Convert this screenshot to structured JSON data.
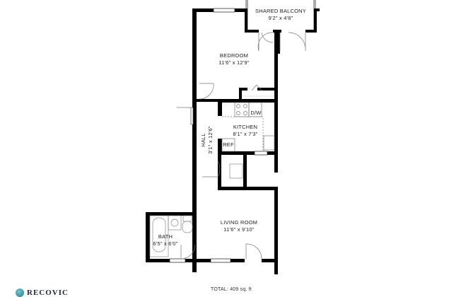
{
  "rooms": [
    {
      "id": "shared-balcony",
      "name": "SHARED BALCONY",
      "dims": "9'2\" x 4'8\""
    },
    {
      "id": "bedroom",
      "name": "BEDROOM",
      "dims": "11'6\" x 12'9\""
    },
    {
      "id": "kitchen",
      "name": "KITCHEN",
      "dims": "8'1\" x 7'3\""
    },
    {
      "id": "hall",
      "name": "HALL",
      "dims": "3'1\" x 12'6\""
    },
    {
      "id": "living-room",
      "name": "LIVING ROOM",
      "dims": "11'6\" x 9'10\""
    },
    {
      "id": "bath",
      "name": "BATH",
      "dims": "6'5\" x 6'0\""
    }
  ],
  "fixtures": {
    "dishwasher": "D/W",
    "refrigerator": "REF"
  },
  "footer": {
    "total": "TOTAL: 409 sq. ft",
    "brand": "RECOVIC"
  },
  "colors": {
    "wall": "#000000",
    "background": "#ffffff",
    "line": "#888888",
    "brand": "#1f7d8c"
  }
}
